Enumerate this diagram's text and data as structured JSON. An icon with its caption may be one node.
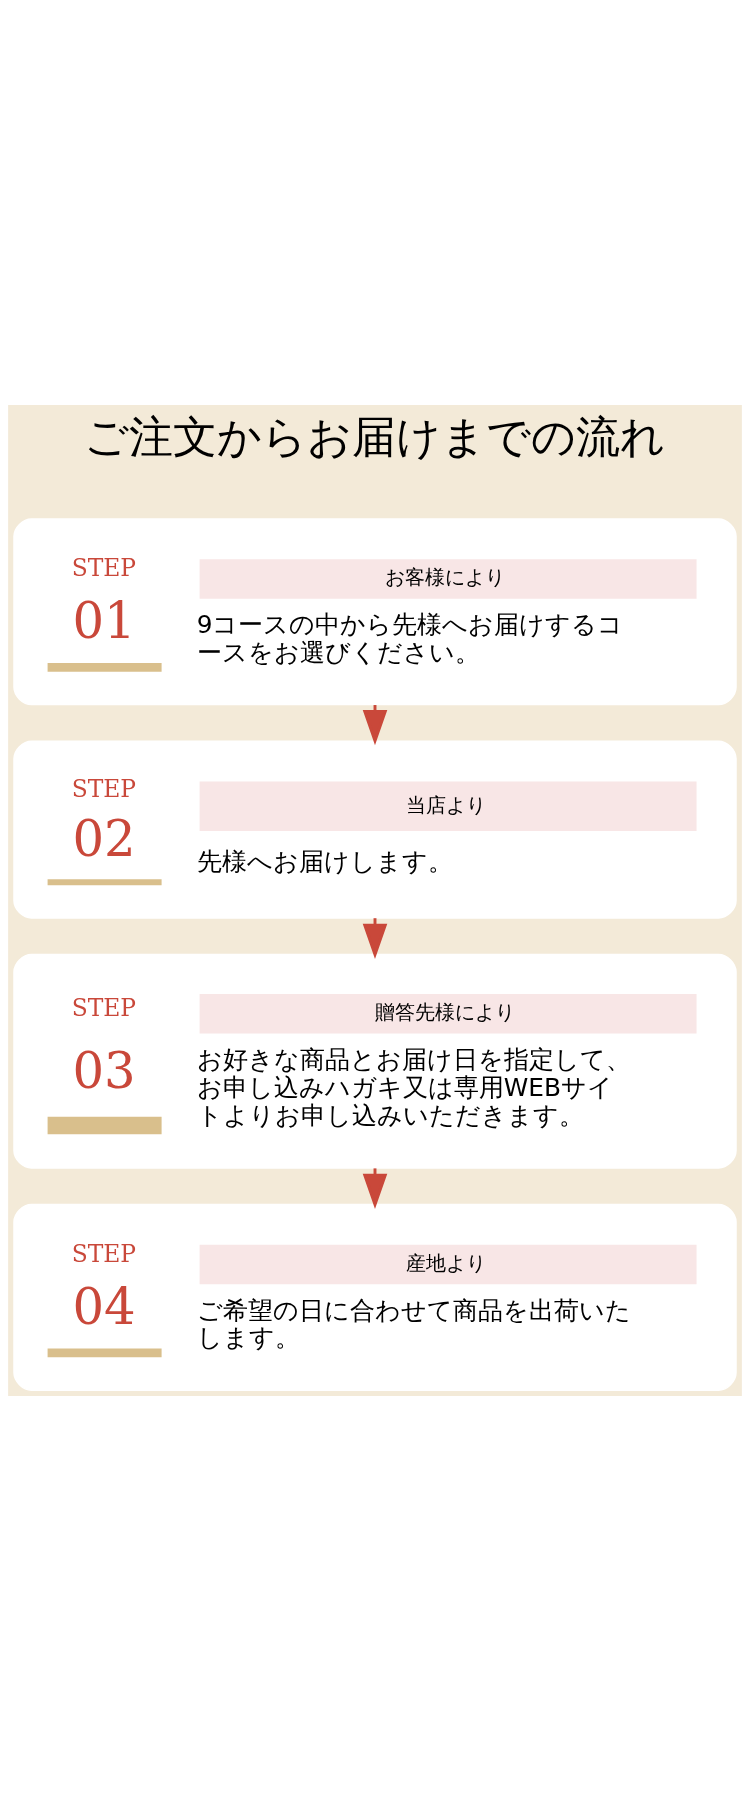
{
  "diagram": {
    "title": "ご注文からお届けまでの流れ",
    "nodes": [
      {
        "text": [
          "STEP",
          "01",
          "お客様により",
          "9コースの中から先様へお届けするコースをお選びください。"
        ]
      },
      {
        "text": [
          "STEP",
          "02",
          "当店より",
          "先様へお届けします。"
        ]
      },
      {
        "text": [
          "STEP",
          "03",
          "贈答先様により",
          "お好きな商品とお届け日を指定して、お申し込みハガキ又は専用WEBサイトよりお申し込みいただきます。"
        ]
      },
      {
        "text": [
          "STEP",
          "04",
          "産地より",
          "ご希望の日に合わせて商品を出荷いたします。"
        ]
      }
    ],
    "edges": [
      {
        "from": 0,
        "to": 1,
        "arrow": "to"
      },
      {
        "from": 1,
        "to": 2,
        "arrow": "to"
      },
      {
        "from": 2,
        "to": 3,
        "arrow": "to"
      }
    ]
  }
}
